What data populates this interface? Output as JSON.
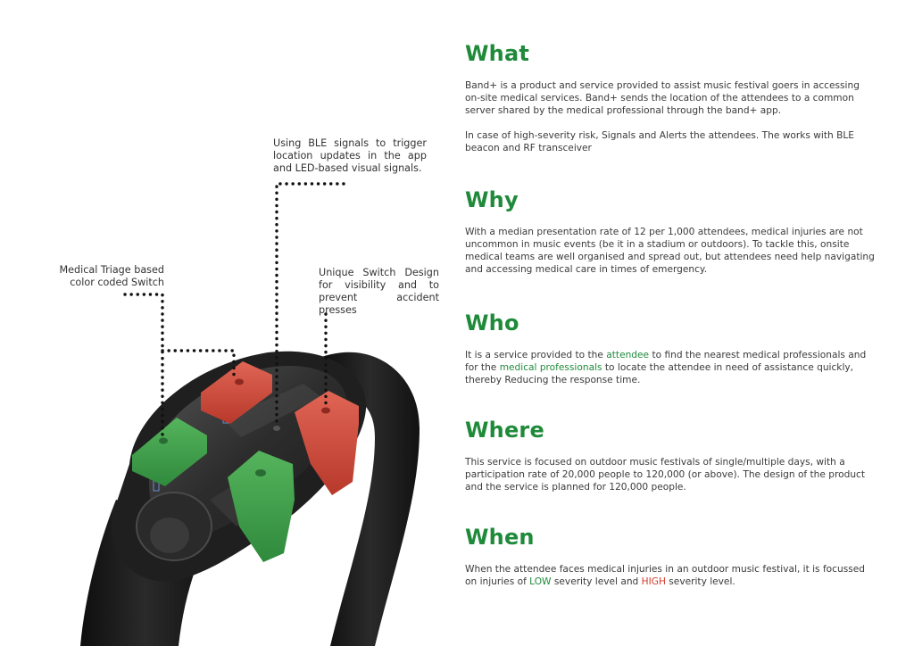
{
  "callouts": {
    "ble": "Using BLE signals to trigger location updates in the app and LED-based visual signals.",
    "triage": "Medical Triage based color coded Switch",
    "switch": "Unique Switch Design for visibility and to prevent accident presses"
  },
  "sections": {
    "what": {
      "heading": "What",
      "p1": "Band+ is a product and service provided to assist music festival goers in accessing on-site medical services. Band+ sends the location of the attendees to a common server shared by the medical professional through the band+ app.",
      "p2": "In case of high-severity risk, Signals and Alerts the attendees. The works with BLE beacon and RF transceiver"
    },
    "why": {
      "heading": "Why",
      "p1": "With a median presentation rate of 12 per 1,000 attendees, medical injuries are not uncommon in music events (be it in a stadium or outdoors). To tackle this, onsite medical teams are well organised and spread out, but attendees need help navigating and accessing medical care in times of emergency."
    },
    "who": {
      "heading": "Who",
      "t1": "It is a service provided to the ",
      "h1": "attendee",
      "t2": " to find the nearest medical professionals and for the ",
      "h2": "medical professionals",
      "t3": " to locate the attendee in need of assistance quickly, thereby Reducing the response time."
    },
    "where": {
      "heading": "Where",
      "p1": "This service is focused on outdoor music festivals of single/multiple days, with a participation rate of 20,000 people to 120,000 (or above). The design of the product and the service is planned for 120,000 people."
    },
    "when": {
      "heading": "When",
      "t1": "When the attendee faces medical injuries in an outdoor music festival, it is focussed on injuries of ",
      "low": "LOW",
      "t2": " severity level and ",
      "high": "HIGH",
      "t3": " severity level."
    }
  },
  "colors": {
    "heading_green": "#1f8a3a",
    "switch_green": "#3d9a48",
    "switch_red": "#cf4a3a",
    "band_dark": "#1a1a1a"
  }
}
